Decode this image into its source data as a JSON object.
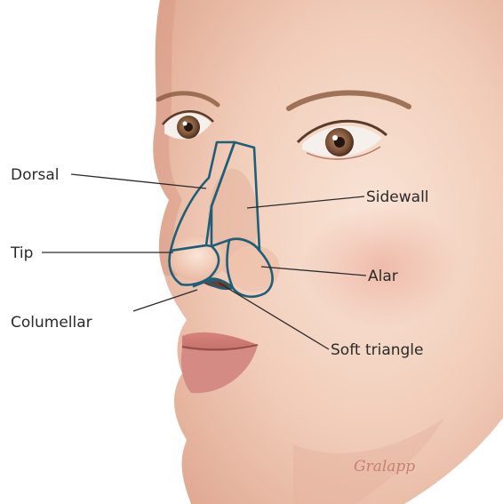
{
  "labels": {
    "dorsal": "Dorsal",
    "tip": "Tip",
    "columellar": "Columellar",
    "sidewall": "Sidewall",
    "alar": "Alar",
    "soft_triangle": "Soft triangle"
  },
  "signature": "Gralapp",
  "colors": {
    "outline": "#1e5f77",
    "leader": "#2b2b2b",
    "label_text": "#2a2a2a",
    "skin_light": "#f7e1d4",
    "skin_mid": "#eec3ad",
    "skin_shadow": "#c98f7a",
    "lips": "#d98c84",
    "hair": "#8a5a3e"
  }
}
